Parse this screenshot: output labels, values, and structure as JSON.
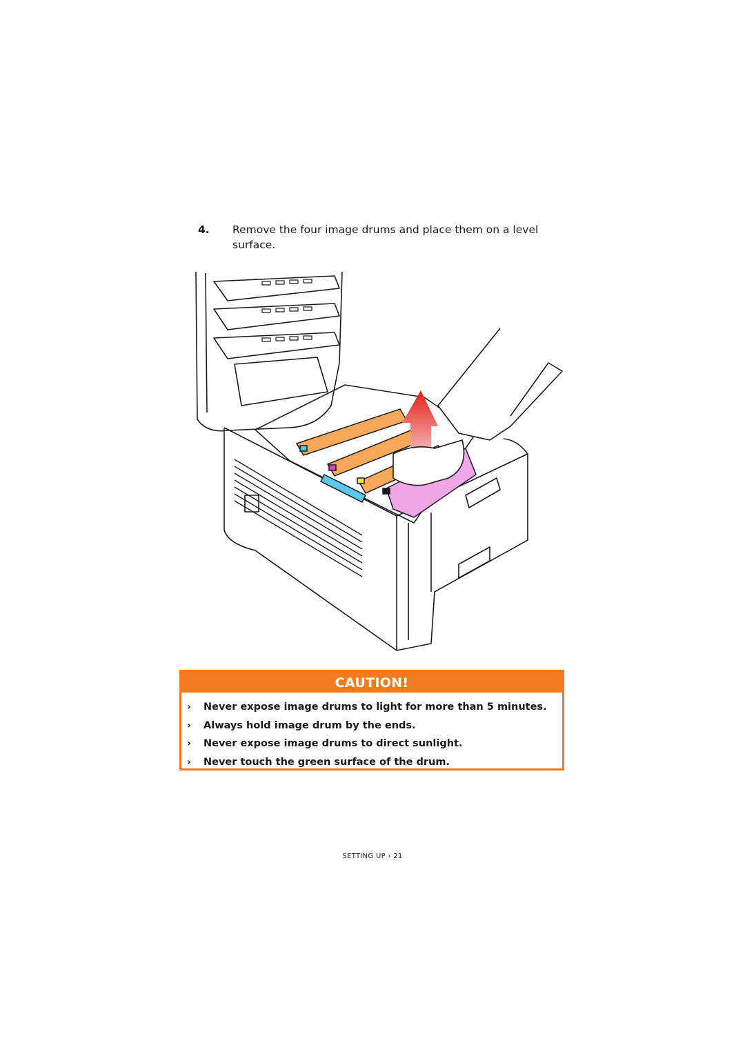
{
  "step": {
    "number": "4.",
    "text": "Remove the four image drums and place them on a level surface."
  },
  "caution": {
    "title": "CAUTION!",
    "bullet_glyph": "›",
    "items": [
      "Never expose image drums to light for more than 5 minutes.",
      "Always hold image drum by the ends.",
      "Never expose image drums to direct sunlight.",
      "Never touch the green surface of the drum."
    ],
    "accent_color": "#f47a20"
  },
  "footer": {
    "text": "SETTING UP › 21"
  }
}
